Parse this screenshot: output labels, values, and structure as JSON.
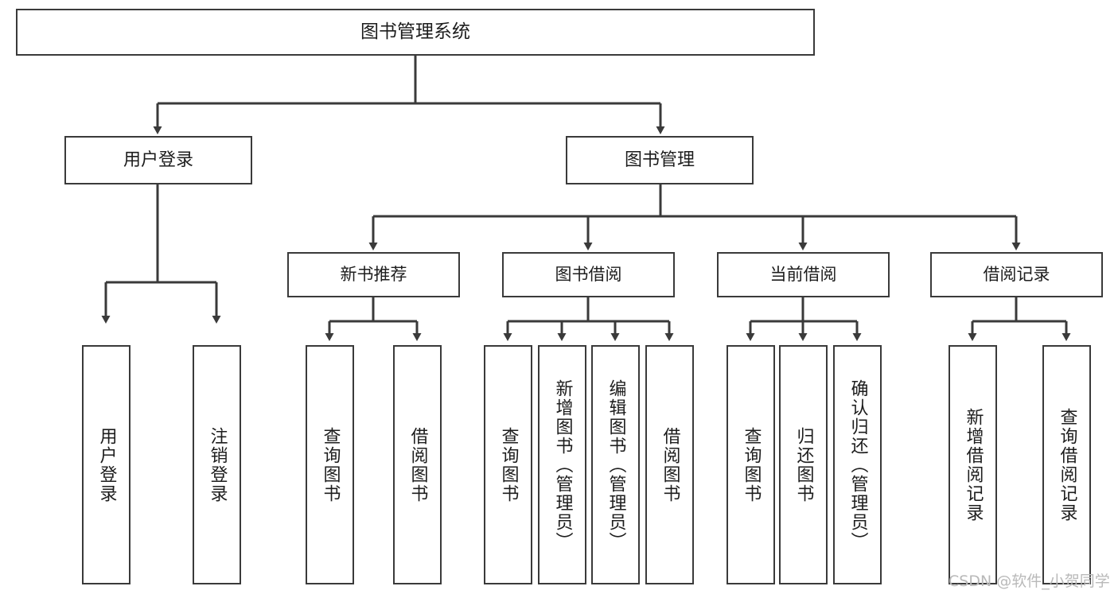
{
  "diagram": {
    "title": "图书管理系统",
    "type": "tree-hierarchy-chart",
    "root": {
      "label": "图书管理系统"
    },
    "level2": [
      {
        "label": "用户登录"
      },
      {
        "label": "图书管理"
      }
    ],
    "level3": [
      {
        "label": "新书推荐"
      },
      {
        "label": "图书借阅"
      },
      {
        "label": "当前借阅"
      },
      {
        "label": "借阅记录"
      }
    ],
    "leaves": {
      "user_login": [
        {
          "label": "用户登录"
        },
        {
          "label": "注销登录"
        }
      ],
      "new_book_recommend": [
        {
          "label": "查询图书"
        },
        {
          "label": "借阅图书"
        }
      ],
      "book_borrow": [
        {
          "label": "查询图书"
        },
        {
          "label": "新增图书（管理员）"
        },
        {
          "label": "编辑图书（管理员）"
        },
        {
          "label": "借阅图书"
        }
      ],
      "current_borrow": [
        {
          "label": "查询图书"
        },
        {
          "label": "归还图书"
        },
        {
          "label": "确认归还（管理员）"
        }
      ],
      "borrow_record": [
        {
          "label": "新增借阅记录"
        },
        {
          "label": "查询借阅记录"
        }
      ]
    }
  },
  "watermark": {
    "text": "CSDN @软件_小贺同学"
  },
  "colors": {
    "border": "#3a3a3a",
    "text": "#1d1d1d",
    "background": "#ffffff",
    "watermark": "#b9b9b9"
  }
}
